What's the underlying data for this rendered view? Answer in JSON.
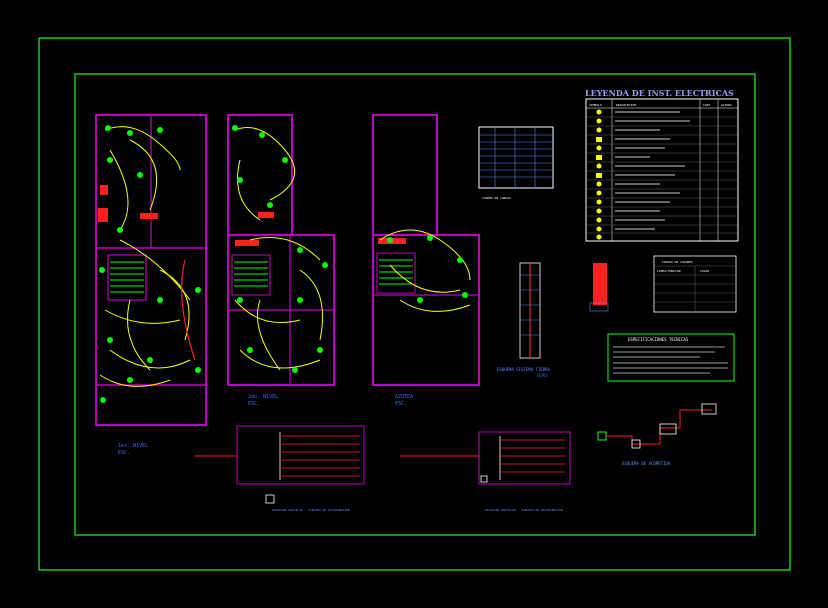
{
  "colors": {
    "background": "#000000",
    "frame": "#19ff19",
    "wall": "#c000c0",
    "circuit": "#ffff00",
    "fixture": "#00ff00",
    "equipment": "#ff2020",
    "label": "#3b6cff",
    "note": "#ffffff",
    "legend_title": "#9a9aff"
  },
  "legend": {
    "title": "LEYENDA DE INST. ELECTRICAS",
    "header_simbolo": "SIMBOLO",
    "header_descripcion": "DESCRIPCION",
    "header_cant": "CANT",
    "header_altura": "ALTURA"
  },
  "color_code": {
    "title": "CODIGO DE COLORES",
    "header_uso": "LINEA/FUNCION",
    "header_color": "COLOR"
  },
  "notes": {
    "title": "ESPECIFICACIONES TECNICAS"
  },
  "labels": {
    "riser": "ESQUEMA SISTEMA TIERRA",
    "riser_scale": "(S/E)",
    "connection": "ESQUEMA DE ACOMETIDA",
    "plan1_title": "1er. NIVEL",
    "plan1_sub": "ESC.",
    "plan2_title": "2do. NIVEL",
    "plan2_sub": "ESC.",
    "plan3_title": "AZOTEA",
    "plan3_sub": "ESC.",
    "diagram1_title": "DIAGRAMA UNIFILAR - TABLERO DE DISTRIBUCION",
    "diagram2_title": "DIAGRAMA UNIFILAR - TABLERO DE DISTRIBUCION",
    "cuadro_title": "CUADRO DE CARGAS"
  }
}
